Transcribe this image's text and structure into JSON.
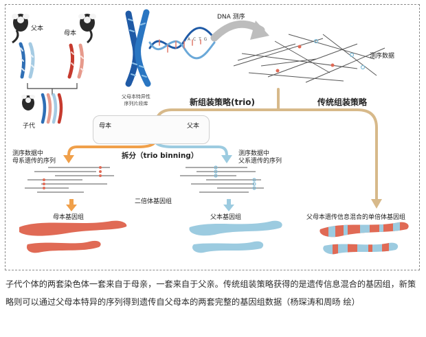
{
  "labels": {
    "father": "父本",
    "mother": "母本",
    "offspring": "子代",
    "dna_seq": "DNA 测序",
    "seq_data": "测序数据",
    "parent_specific": "父母本特异性\n序列片段库",
    "legend_mother": "母本",
    "legend_father": "父本",
    "new_strategy": "新组装策略(trio)",
    "traditional_strategy": "传统组装策略",
    "maternal_reads": "测序数据中\n母系遗传的序列",
    "paternal_reads": "测序数据中\n父系遗传的序列",
    "binning": "拆分（trio binning）",
    "diploid": "二倍体基因组",
    "maternal_genome": "母本基因组",
    "paternal_genome": "父本基因组",
    "mixed_haploid": "父母本遗传信息混合的单倍体基因组",
    "acgt": "A C T G"
  },
  "caption": "子代个体的两套染色体一套来自于母亲，一套来自于父亲。传统组装策略获得的是遗传信息混合的基因组，新策略则可以通过父母本特异的序列得到遗传自父母本的两套完整的基因组数据（杨琛涛和周旸 绘）",
  "colors": {
    "maternal": "#e06a55",
    "paternal": "#7fbcd8",
    "dna_blue": "#2a6fb7",
    "flow_tan": "#d7b98a",
    "orange_arrow": "#f0a04a",
    "blue_arrow": "#9ccbe0",
    "gray_arrow": "#bdbdbd"
  }
}
